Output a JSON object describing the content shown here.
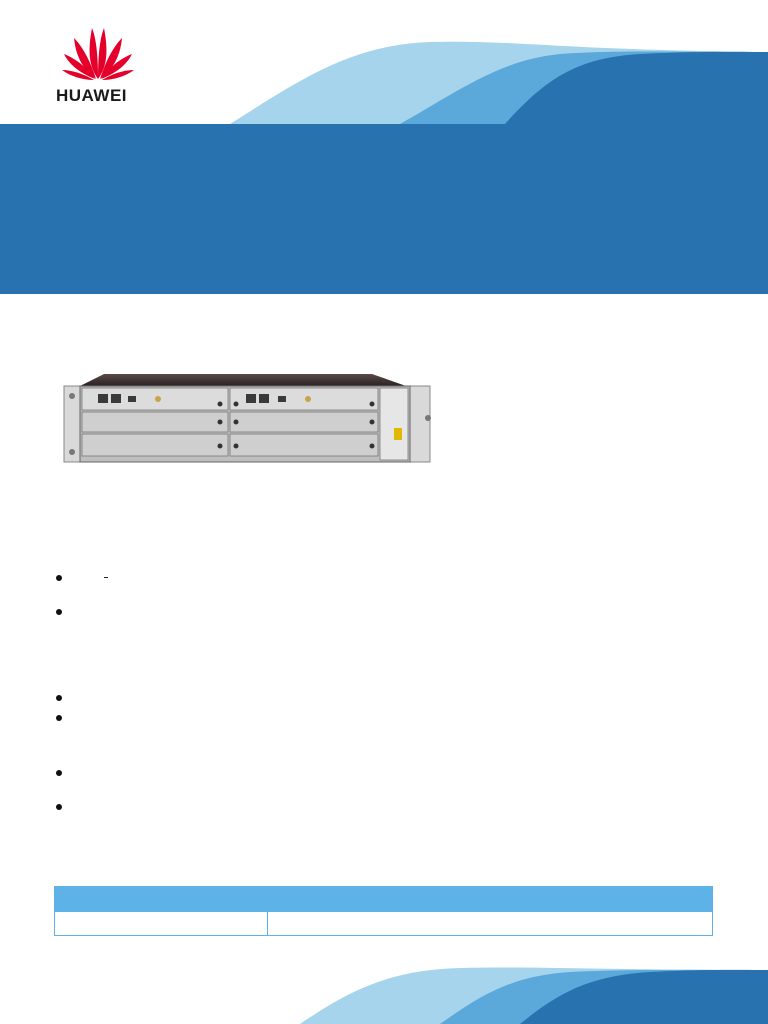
{
  "logo": {
    "brand_text": "HUAWEI",
    "brand_color": "#e4002b"
  },
  "colors": {
    "banner_blue": "#2872af",
    "wave_light": "#a6d4ec",
    "wave_mid": "#5ba8da",
    "table_header": "#5db3e8"
  },
  "product_image": {
    "description_icon": "rack-chassis-image"
  },
  "bullet_count": 6,
  "spec_table": {
    "headers": [
      "",
      ""
    ],
    "rows": [
      [
        "",
        ""
      ]
    ]
  }
}
